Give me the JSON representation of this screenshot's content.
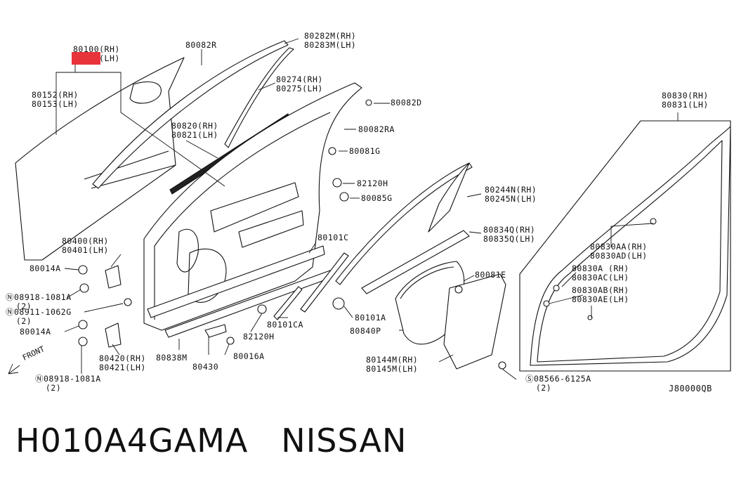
{
  "caption": {
    "part_number": "H010A4GAMA",
    "brand": "NISSAN"
  },
  "reference_code": "J80000QB",
  "front_label": "FRONT",
  "labels": [
    {
      "id": "80100",
      "lines": [
        "80100(RH)",
        "80101(LH)"
      ],
      "highlight_line": 1
    },
    {
      "id": "80152",
      "lines": [
        "80152(RH)",
        "80153(LH)"
      ]
    },
    {
      "id": "80082R",
      "lines": [
        "80082R"
      ]
    },
    {
      "id": "80282M",
      "lines": [
        "80282M(RH)",
        "80283M(LH)"
      ]
    },
    {
      "id": "80274",
      "lines": [
        "80274(RH)",
        "80275(LH)"
      ]
    },
    {
      "id": "80820",
      "lines": [
        "80820(RH)",
        "80821(LH)"
      ]
    },
    {
      "id": "80082D",
      "lines": [
        "80082D"
      ]
    },
    {
      "id": "80082RA",
      "lines": [
        "80082RA"
      ]
    },
    {
      "id": "80081G",
      "lines": [
        "80081G"
      ]
    },
    {
      "id": "82120H_top",
      "lines": [
        "82120H"
      ]
    },
    {
      "id": "80085G",
      "lines": [
        "80085G"
      ]
    },
    {
      "id": "80244N",
      "lines": [
        "80244N(RH)",
        "80245N(LH)"
      ]
    },
    {
      "id": "80834Q",
      "lines": [
        "80834Q(RH)",
        "80835Q(LH)"
      ]
    },
    {
      "id": "80101C",
      "lines": [
        "80101C"
      ]
    },
    {
      "id": "80081E",
      "lines": [
        "80081E"
      ]
    },
    {
      "id": "80400",
      "lines": [
        "80400(RH)",
        "80401(LH)"
      ]
    },
    {
      "id": "80014A_top",
      "lines": [
        "80014A"
      ]
    },
    {
      "id": "08918_top",
      "lines": [
        "Ⓝ08918-1081A",
        "  (2)"
      ]
    },
    {
      "id": "08911",
      "lines": [
        "Ⓝ08911-1062G",
        "  (2)"
      ]
    },
    {
      "id": "80014A_bot",
      "lines": [
        "80014A"
      ]
    },
    {
      "id": "08918_bot",
      "lines": [
        "Ⓝ08918-1081A",
        "  (2)"
      ]
    },
    {
      "id": "80420",
      "lines": [
        "80420(RH)",
        "80421(LH)"
      ]
    },
    {
      "id": "80838M",
      "lines": [
        "80838M"
      ]
    },
    {
      "id": "80430",
      "lines": [
        "80430"
      ]
    },
    {
      "id": "80016A",
      "lines": [
        "80016A"
      ]
    },
    {
      "id": "82120H_bot",
      "lines": [
        "82120H"
      ]
    },
    {
      "id": "80101CA",
      "lines": [
        "80101CA"
      ]
    },
    {
      "id": "80101A",
      "lines": [
        "80101A"
      ]
    },
    {
      "id": "80840P",
      "lines": [
        "80840P"
      ]
    },
    {
      "id": "80144M",
      "lines": [
        "80144M(RH)",
        "80145M(LH)"
      ]
    },
    {
      "id": "08566",
      "lines": [
        "Ⓢ08566-6125A",
        "  (2)"
      ]
    },
    {
      "id": "80830",
      "lines": [
        "80830(RH)",
        "80831(LH)"
      ]
    },
    {
      "id": "80830AA",
      "lines": [
        "80830AA(RH)",
        "80830AD(LH)"
      ]
    },
    {
      "id": "80830A",
      "lines": [
        "80830A (RH)",
        "80830AC(LH)"
      ]
    },
    {
      "id": "80830AB",
      "lines": [
        "80830AB(RH)",
        "80830AE(LH)"
      ]
    }
  ]
}
